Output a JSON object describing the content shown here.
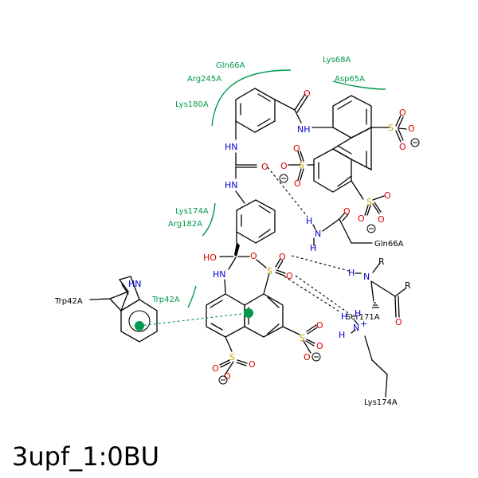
{
  "title": "3upf_1:0BU",
  "colors": {
    "residue_green": "#009a4e",
    "nitrogen": "#0000cc",
    "oxygen": "#dd0000",
    "sulfur": "#c8a000",
    "bond": "#000000"
  },
  "residue_labels": {
    "gln66": "Gln66A",
    "lys68": "Lys68A",
    "arg245": "Arg245A",
    "asp65": "Asp65A",
    "lys180": "Lys180A",
    "lys174": "Lys174A",
    "arg182": "Arg182A",
    "trp42_contact": "Trp42A"
  },
  "residue_backbone_labels": {
    "gln66": "Gln66A",
    "trp42": "Trp42A",
    "lys174": "Lys174A",
    "ser171": "Ser171A"
  },
  "atoms": {
    "nh": "NH",
    "hn": "HN",
    "ho": "HO",
    "o": "O",
    "s": "S",
    "n": "N",
    "h": "H",
    "r": "R",
    "nplus": "N",
    "plus": "+"
  },
  "charge": "−"
}
